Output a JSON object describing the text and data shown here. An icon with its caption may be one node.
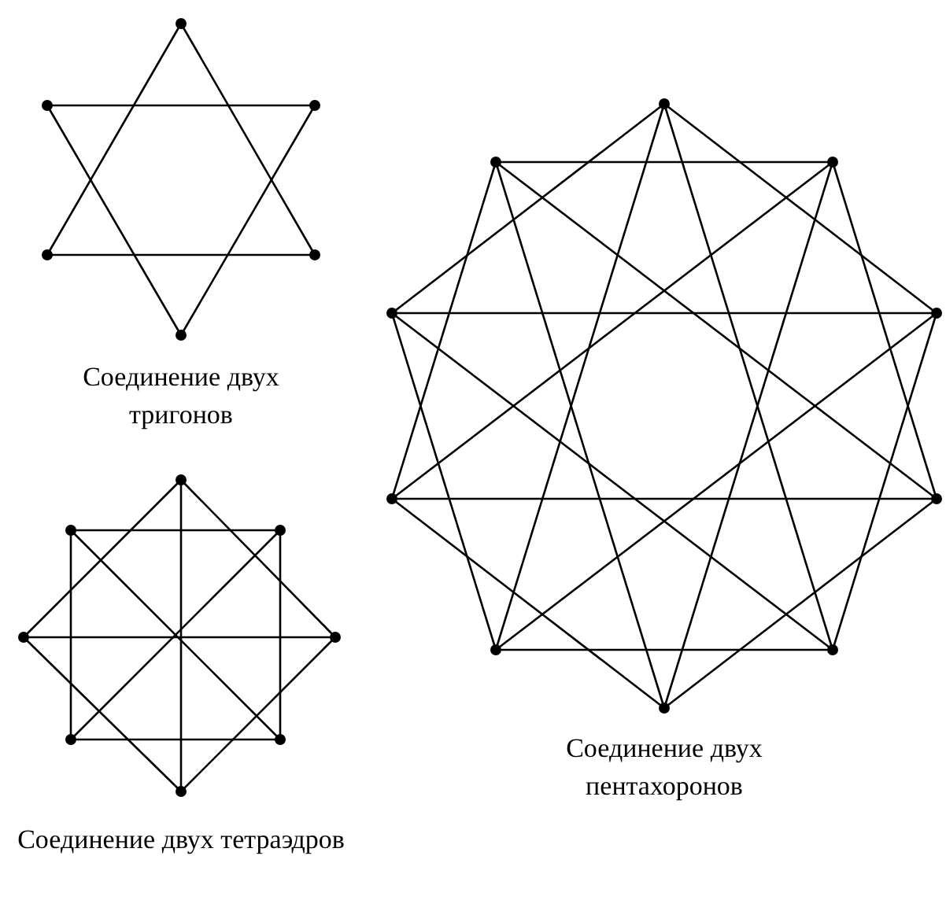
{
  "diagram": {
    "labels": [
      "Соединение двух тригонов",
      "Соединение двух тетраэдров",
      "Соединение двух пентахоронов"
    ]
  }
}
